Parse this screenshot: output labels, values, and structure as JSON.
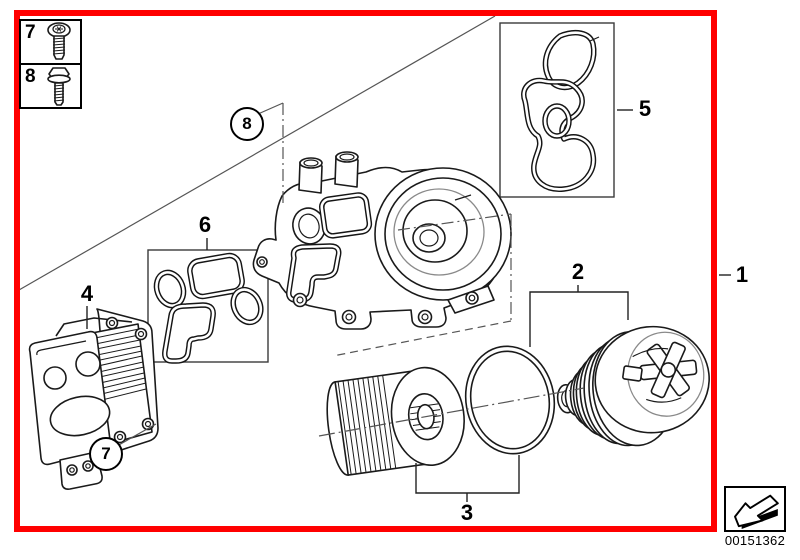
{
  "colors": {
    "frame_red": "#ff0000"
  },
  "callouts": {
    "frame": "1",
    "filter_cap": "2",
    "filter_kit": "3",
    "oil_cooler": "4",
    "gasket_set_housing": "5",
    "gasket_set_cooler": "6",
    "screw": "7",
    "bolt": "8"
  },
  "legend": {
    "rows": [
      {
        "num": "7",
        "icon": "torx-screw-icon"
      },
      {
        "num": "8",
        "icon": "hex-flange-bolt-icon"
      }
    ]
  },
  "footer": {
    "doc_number": "00151362",
    "icon": "stamp-arrow-icon"
  }
}
